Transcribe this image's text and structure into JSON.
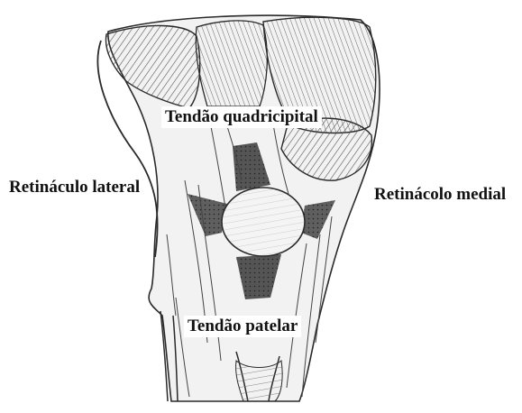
{
  "figure": {
    "labels": {
      "quadriceps_tendon": "Tendão quadricipital",
      "lateral_retinaculum": "Retináculo lateral",
      "medial_retinaculum": "Retinácolo medial",
      "patellar_tendon": "Tendão patelar"
    },
    "colors": {
      "ink": "#2a2a2a",
      "hatch": "#6b6b6b",
      "dark_region": "#3a3a3a",
      "background": "#ffffff"
    }
  }
}
